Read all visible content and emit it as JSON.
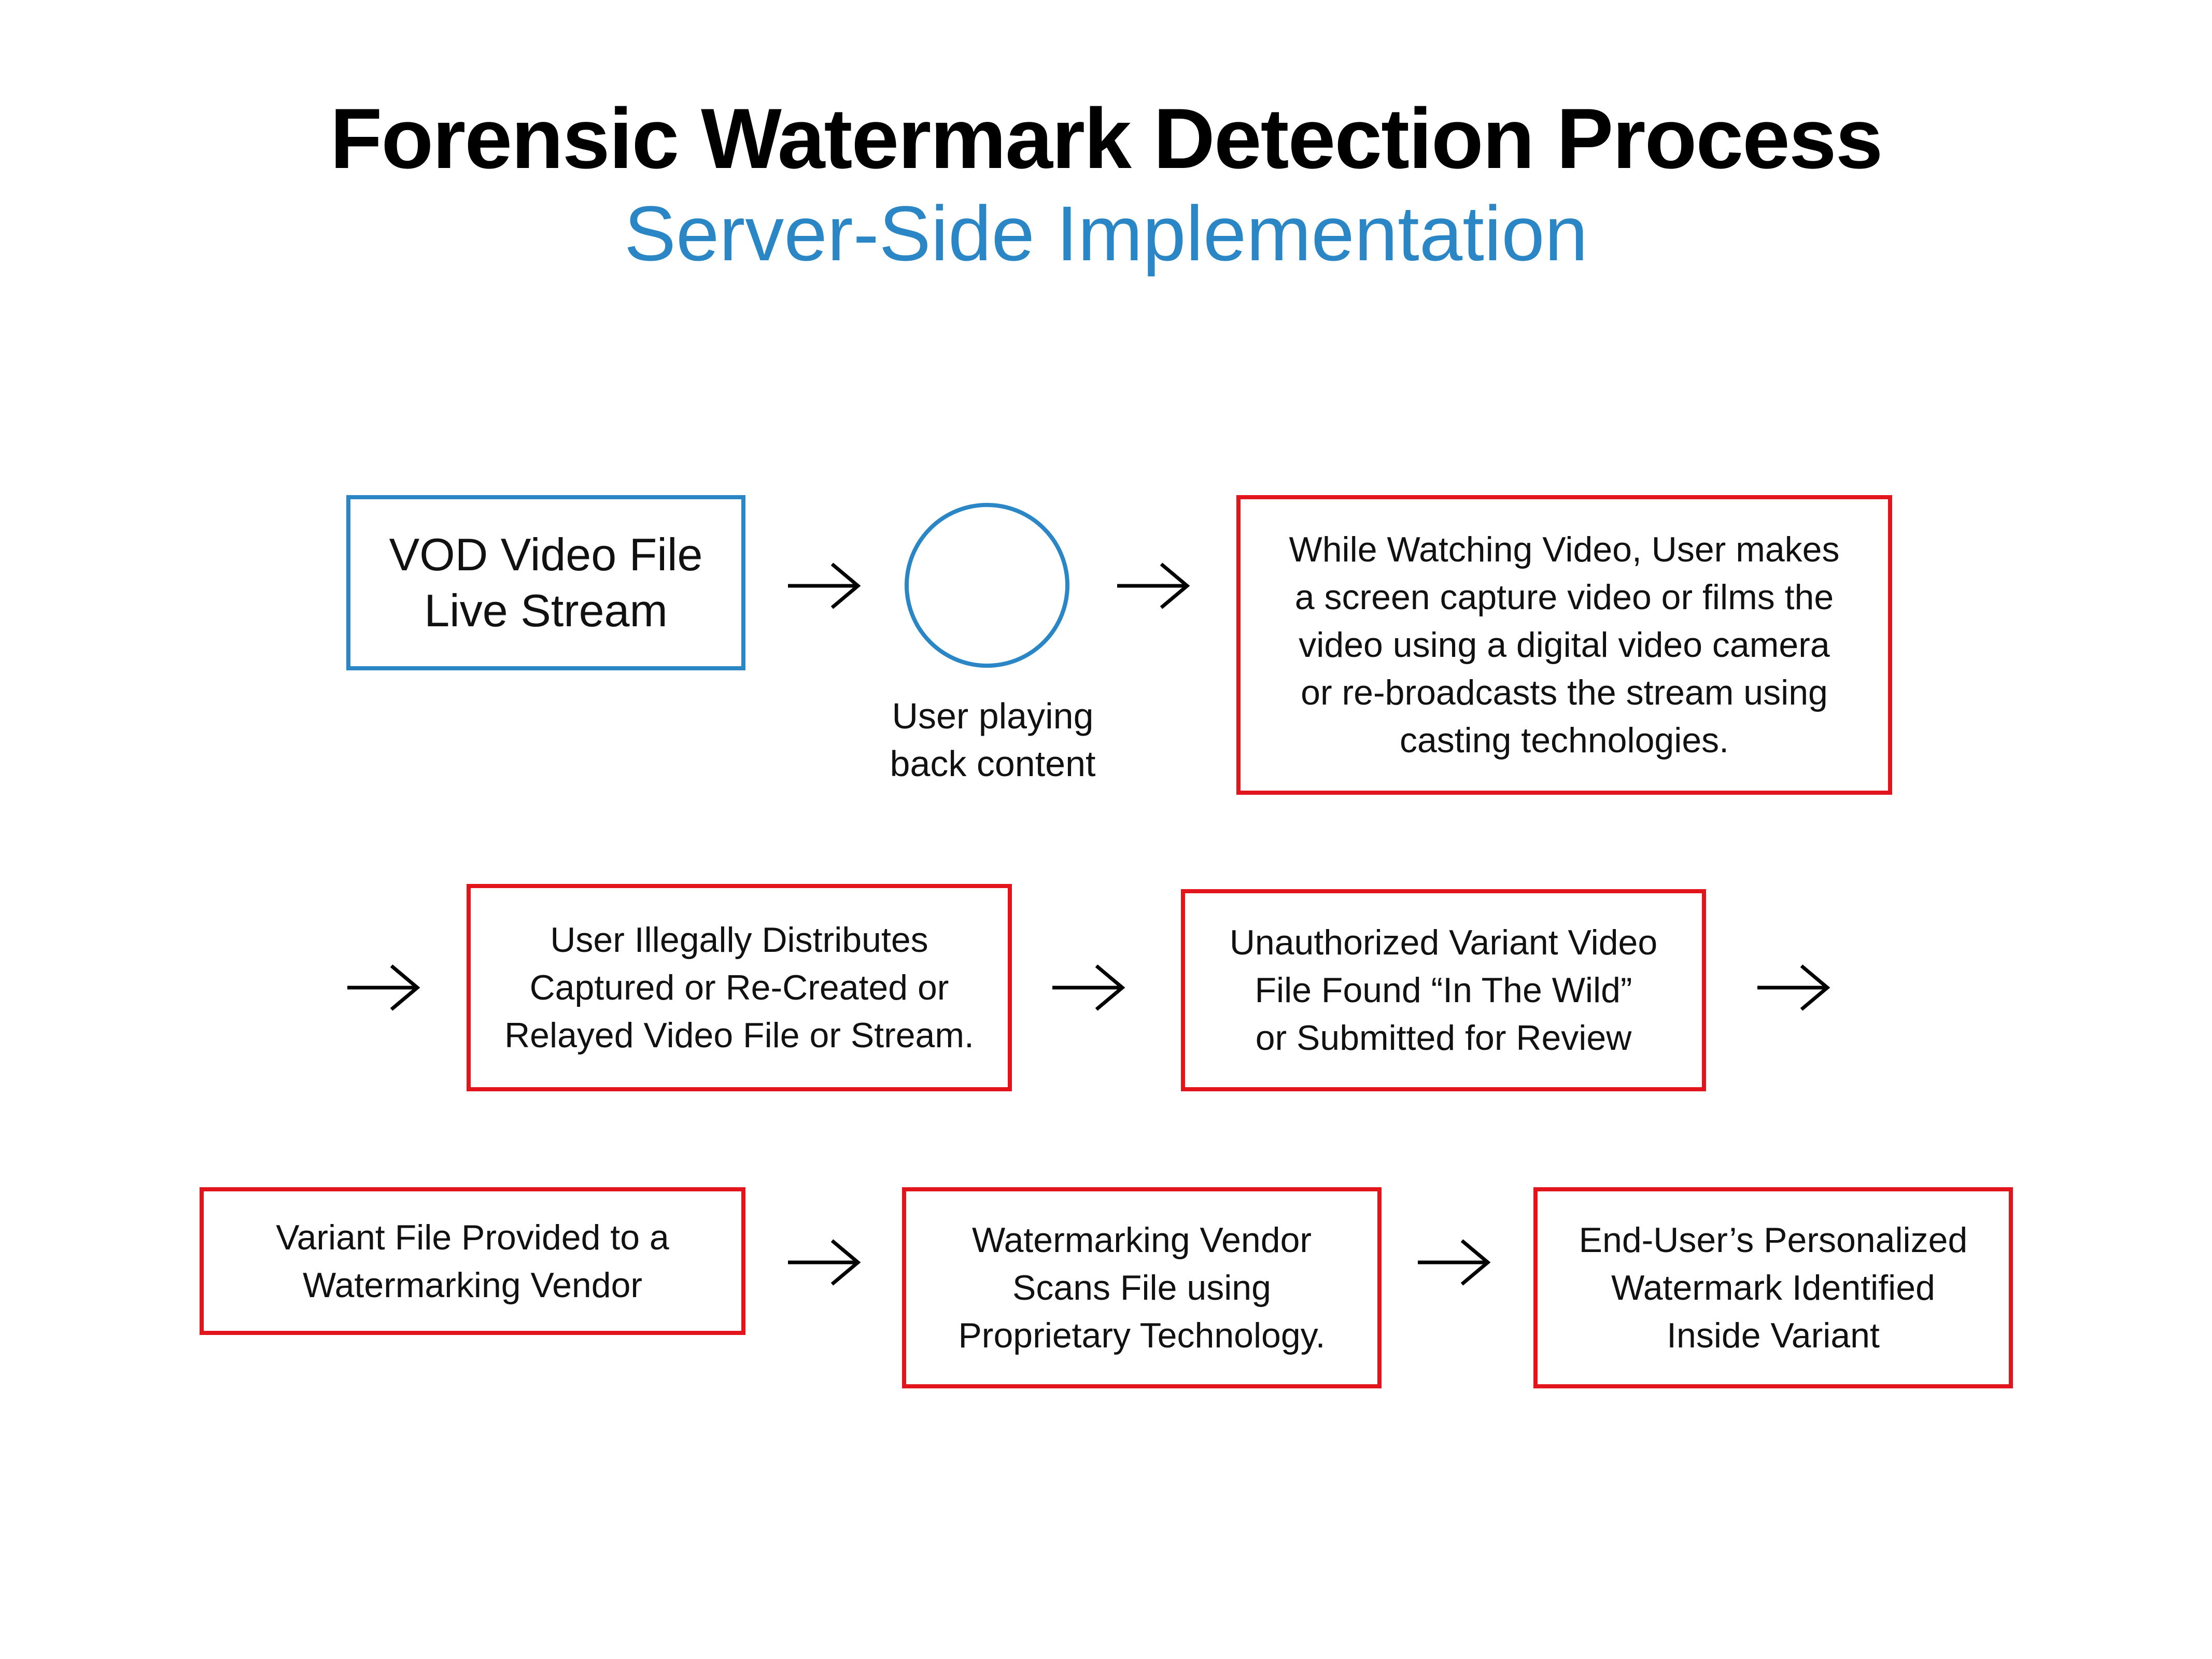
{
  "title": "Forensic Watermark Detection Process",
  "subtitle": "Server-Side Implementation",
  "colors": {
    "title": "#000000",
    "subtitle": "#2a86c4",
    "source_border": "#2a86c4",
    "step_border": "#e2151c",
    "arrow": "#000000"
  },
  "source": {
    "text": "VOD Video File\nLive Stream"
  },
  "playback": {
    "caption": "User playing\nback content"
  },
  "steps": [
    "While Watching Video, User makes\na screen capture video or films the\nvideo using a digital video camera\nor re-broadcasts the stream using\ncasting technologies.",
    "User Illegally Distributes\nCaptured or Re-Created or\nRelayed Video File or Stream.",
    "Unauthorized Variant Video\nFile Found “In The Wild”\nor Submitted for Review",
    "Variant File Provided to a\nWatermarking Vendor",
    "Watermarking Vendor\nScans File using\nProprietary Technology.",
    "End-User’s Personalized\nWatermark Identified\nInside Variant"
  ],
  "arrow_icon": "right-arrow-icon"
}
